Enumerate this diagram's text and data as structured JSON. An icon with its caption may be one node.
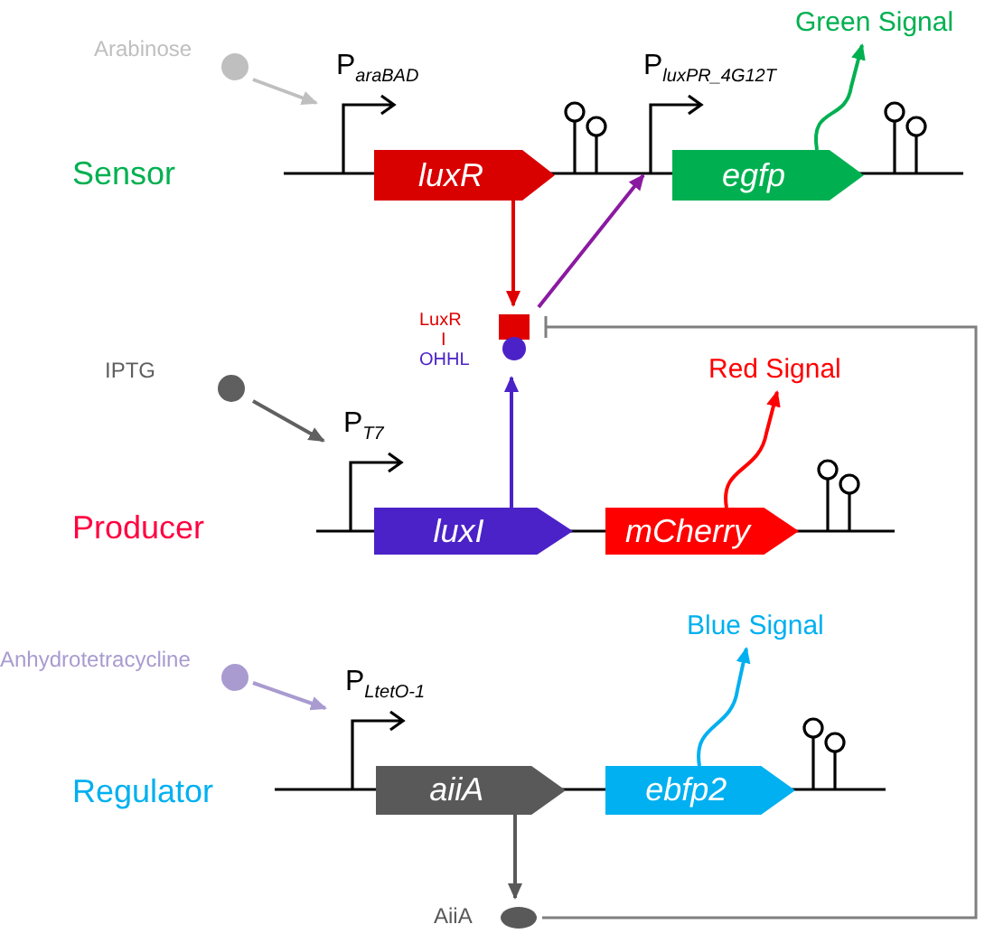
{
  "diagram": {
    "nodes": [
      {
        "text": [
          "Arabinose"
        ]
      },
      {
        "text": [
          "P$_{araBAD}$"
        ]
      },
      {
        "text": [
          "luxR"
        ]
      },
      {
        "text": [
          "P$_{luxPR_4G12T}$"
        ]
      },
      {
        "text": [
          "egfp"
        ]
      },
      {
        "text": [
          "Green Signal"
        ]
      },
      {
        "text": [
          "LuxR",
          "I",
          "OHHL"
        ]
      },
      {
        "text": [
          "IPTG"
        ]
      },
      {
        "text": [
          "P$_{T7}$"
        ]
      },
      {
        "text": [
          "luxI"
        ]
      },
      {
        "text": [
          "mCherry"
        ]
      },
      {
        "text": [
          "Red Signal"
        ]
      },
      {
        "text": [
          "Anhydrotetracycline"
        ]
      },
      {
        "text": [
          "P$_{LtetO-1}$"
        ]
      },
      {
        "text": [
          "aiiA"
        ]
      },
      {
        "text": [
          "ebfp2"
        ]
      },
      {
        "text": [
          "Blue Signal"
        ]
      },
      {
        "text": [
          "AiiA"
        ]
      }
    ],
    "edges": [
      {
        "from": 0,
        "to": 1,
        "arrow": "to",
        "color": "#bfbfbf"
      },
      {
        "from": 2,
        "to": 6,
        "arrow": "to",
        "color": "#e00000"
      },
      {
        "from": 6,
        "to": 3,
        "arrow": "to",
        "color": "#8a1aa0"
      },
      {
        "from": 4,
        "to": 5,
        "arrow": "to",
        "color": "#00b050"
      },
      {
        "from": 7,
        "to": 8,
        "arrow": "to",
        "color": "#606060"
      },
      {
        "from": 9,
        "to": 6,
        "arrow": "to",
        "color": "#4b22c8"
      },
      {
        "from": 10,
        "to": 11,
        "arrow": "to",
        "color": "#ff0000"
      },
      {
        "from": 12,
        "to": 13,
        "arrow": "to",
        "color": "#a99bd0"
      },
      {
        "from": 15,
        "to": 16,
        "arrow": "to",
        "color": "#00b0f0"
      },
      {
        "from": 14,
        "to": 17,
        "arrow": "to",
        "color": "#595959"
      },
      {
        "from": 17,
        "to": 6,
        "arrow": "other",
        "color": "#7f7f7f"
      }
    ],
    "labels": [
      "Sensor",
      "Producer",
      "Regulator"
    ]
  }
}
